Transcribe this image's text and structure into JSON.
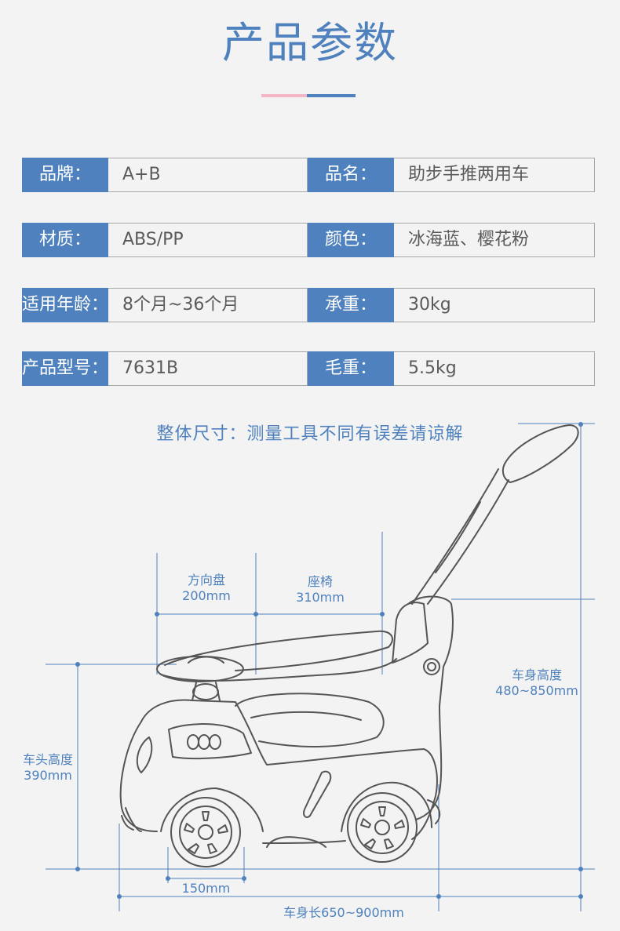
{
  "header": {
    "title": "产品参数"
  },
  "specs": [
    {
      "label1": "品牌：",
      "value1": "A+B",
      "label2": "品名：",
      "value2": "助步手推两用车"
    },
    {
      "label1": "材质：",
      "value1": "ABS/PP",
      "label2": "颜色：",
      "value2": "冰海蓝、樱花粉"
    },
    {
      "label1": "适用年龄：",
      "value1": "8个月~36个月",
      "label2": "承重：",
      "value2": "30kg"
    },
    {
      "label1": "产品型号：",
      "value1": "7631B",
      "label2": "毛重：",
      "value2": "5.5kg"
    }
  ],
  "dimensions": {
    "title": "整体尺寸：测量工具不同有误差请谅解",
    "steering_wheel": {
      "name": "方向盘",
      "value": "200mm"
    },
    "seat": {
      "name": "座椅",
      "value": "310mm"
    },
    "body_height": {
      "name": "车身高度",
      "value": "480~850mm"
    },
    "head_height": {
      "name": "车头高度",
      "value": "390mm"
    },
    "wheel": {
      "value": "150mm"
    },
    "body_length": {
      "value": "车身长650~900mm"
    }
  },
  "colors": {
    "accent": "#4e81bd",
    "accent_pink": "#f2b6c6",
    "text_gray": "#5a5a5a",
    "line_gray": "#555555"
  }
}
